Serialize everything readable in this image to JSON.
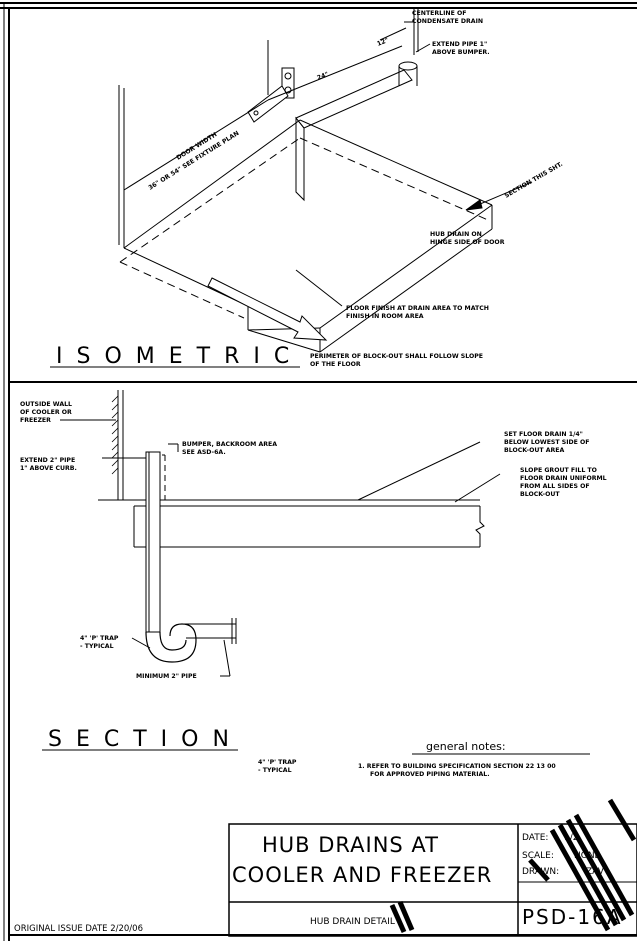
{
  "isometric": {
    "title": "ISOMETRIC",
    "labels": {
      "centerline_1": "CENTERLINE OF",
      "centerline_2": "CONDENSATE DRAIN",
      "extend_1": "EXTEND PIPE 1\"",
      "extend_2": "ABOVE BUMPER.",
      "dim_12": "12\"",
      "dim_24": "24\"",
      "door_1": "DOOR WIDTH",
      "door_2": "36\" OR 54\" SEE FIXTURE PLAN",
      "section_ref": "SECTION THIS SHT.",
      "hub_1": "HUB DRAIN ON",
      "hub_2": "HINGE SIDE OF DOOR",
      "floor_1": "FLOOR FINISH AT DRAIN AREA TO MATCH",
      "floor_2": "FINISH IN ROOM AREA",
      "perim_1": "PERIMETER OF BLOCK-OUT SHALL FOLLOW SLOPE",
      "perim_2": "OF THE FLOOR"
    }
  },
  "section": {
    "title": "SECTION",
    "labels": {
      "wall_1": "OUTSIDE WALL",
      "wall_2": "OF COOLER OR",
      "wall_3": "FREEZER",
      "bumper_1": "BUMPER, BACKROOM AREA",
      "bumper_2": "SEE ASD-6A.",
      "ext2_1": "EXTEND 2\" PIPE",
      "ext2_2": "1\" ABOVE CURB.",
      "set_1": "SET FLOOR DRAIN 1/4\"",
      "set_2": "BELOW LOWEST SIDE OF",
      "set_3": "BLOCK-OUT AREA",
      "slope_1": "SLOPE GROUT FILL TO",
      "slope_2": "FLOOR DRAIN UNIFORML",
      "slope_3": "FROM ALL SIDES OF",
      "slope_4": "BLOCK-OUT",
      "trap_1": "4\" 'P' TRAP",
      "trap_2": "- TYPICAL",
      "minpipe": "MINIMUM 2\" PIPE",
      "trap2_1": "4\" 'P' TRAP",
      "trap2_2": "- TYPICAL"
    }
  },
  "notes": {
    "heading": "general notes:",
    "item_1a": "1.  REFER TO BUILDING SPECIFICATION SECTION 22 13 00",
    "item_1b": "FOR APPROVED PIPING MATERIAL."
  },
  "title_block": {
    "title_1": "HUB DRAINS AT",
    "title_2": "COOLER AND FREEZER",
    "subtitle": "HUB DRAIN DETAIL",
    "date_label": "DATE:",
    "date_value": "1/2",
    "scale_label": "SCALE:",
    "scale_value": "NONE",
    "drawn_label": "DRAWN:",
    "drawn_value": "ZAV",
    "sheet_number": "PSD-16A"
  },
  "issue_date": "ORIGINAL ISSUE DATE 2/20/06"
}
